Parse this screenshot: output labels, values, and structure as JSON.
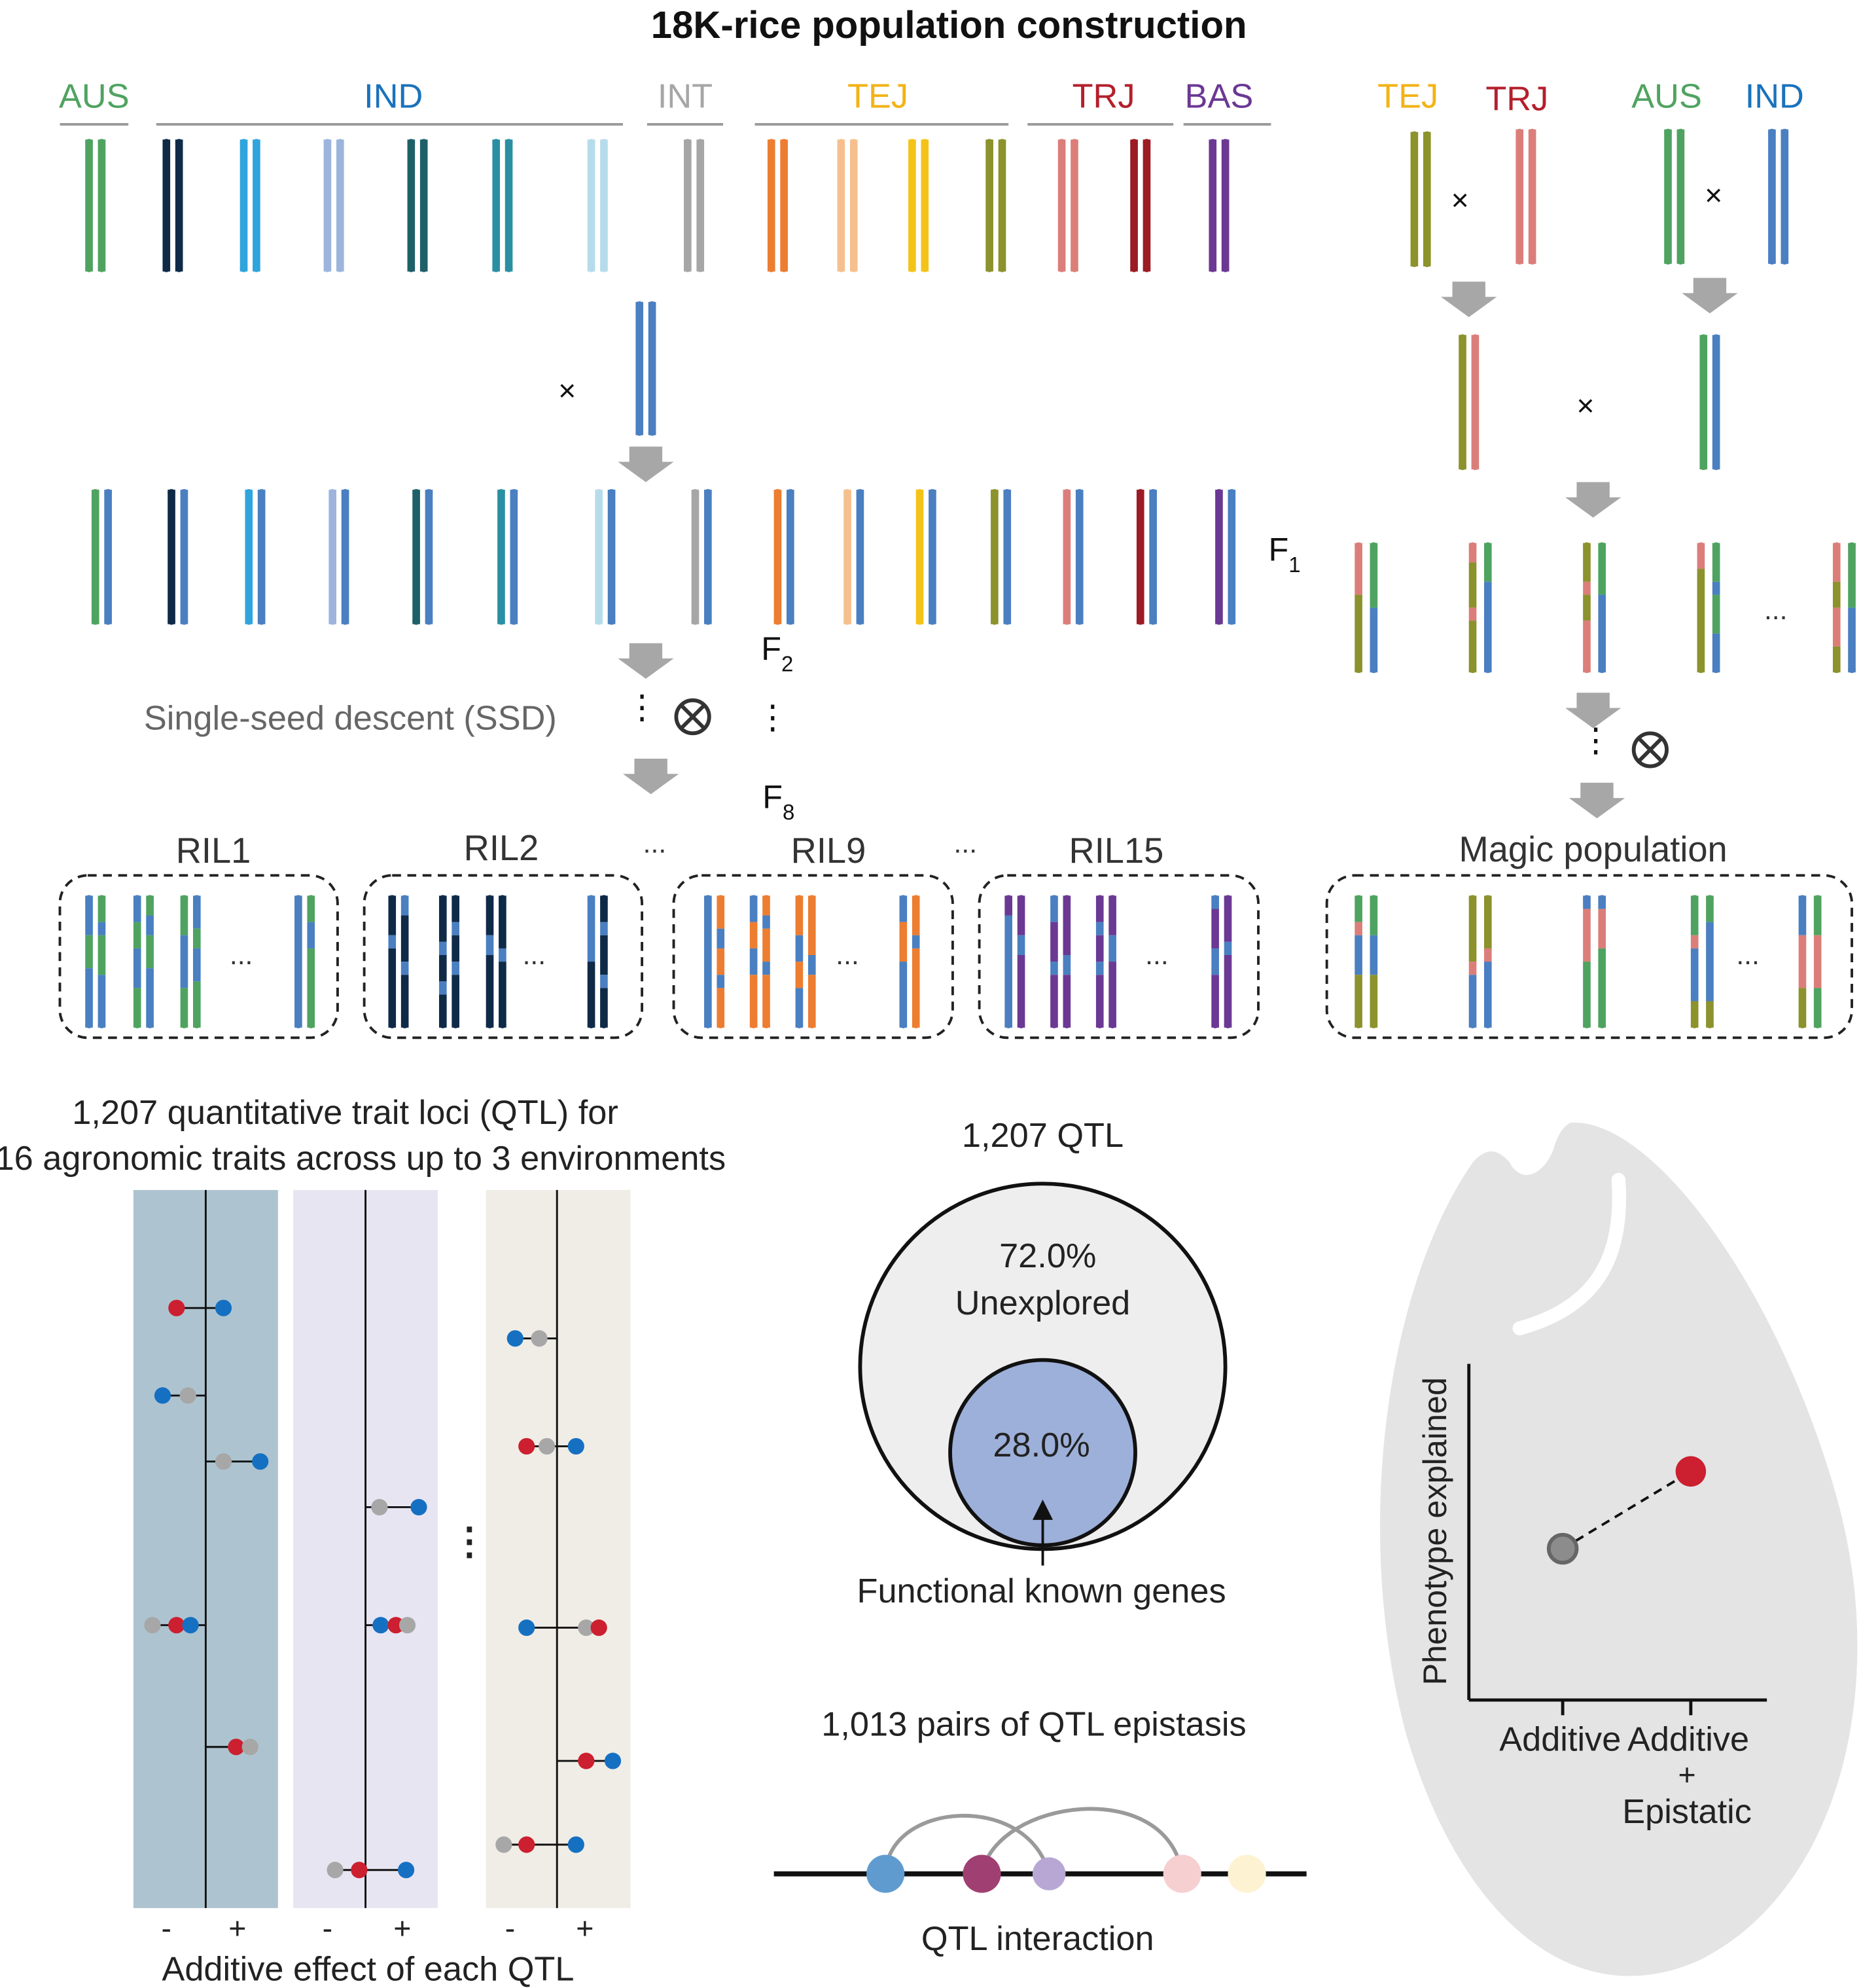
{
  "title": "18K-rice population construction",
  "colors": {
    "AUS": "#4fa360",
    "IND_dark": "#0f2a47",
    "IND_sky": "#2fa4dd",
    "IND_pale": "#9db5dd",
    "IND_teal": "#1e6068",
    "IND_cyan": "#2a8fa3",
    "IND_ice": "#b6dcec",
    "INT": "#a6a6a6",
    "TEJ_orange": "#ed7d31",
    "TEJ_peach": "#f5c08e",
    "TEJ_yellow": "#f4c318",
    "TEJ_olive": "#8c922c",
    "TRJ_salmon": "#db7e7a",
    "TRJ_dark": "#9c1b24",
    "BAS": "#6b3894",
    "blue": "#4a7fc1",
    "red": "#cc1f2f",
    "grey": "#a7a7a7",
    "arrow": "#a7a7a7"
  },
  "groups": [
    {
      "label": "AUS",
      "color": "#4fa360"
    },
    {
      "label": "IND",
      "color": "#1a72bb"
    },
    {
      "label": "INT",
      "color": "#a6a6a6"
    },
    {
      "label": "TEJ",
      "color": "#f2b315"
    },
    {
      "label": "TRJ",
      "color": "#b41f2b"
    },
    {
      "label": "BAS",
      "color": "#6b3894"
    }
  ],
  "right_top_labels": [
    {
      "label": "TEJ",
      "color": "#f2b315"
    },
    {
      "label": "TRJ",
      "color": "#b41f2b"
    },
    {
      "label": "AUS",
      "color": "#4fa360"
    },
    {
      "label": "IND",
      "color": "#1a72bb"
    }
  ],
  "symbols": {
    "cross": "×",
    "ellipsis": "...",
    "vdots": "⋮",
    "selfing": "⊗"
  },
  "generations": {
    "f1": "F",
    "f1_sub": "1",
    "f2": "F",
    "f2_sub": "2",
    "f8": "F",
    "f8_sub": "8"
  },
  "ssd_label": "Single-seed descent (SSD)",
  "ril_labels": [
    "RIL1",
    "RIL2",
    "RIL9",
    "RIL15"
  ],
  "magic_label": "Magic population",
  "qtl_title": [
    "1,207 quantitative trait loci (QTL) for",
    "16 agronomic traits across up to 3 environments"
  ],
  "effect_axis": {
    "minus": "-",
    "plus": "+",
    "label": "Additive effect of each QTL"
  },
  "venn": {
    "title": "1,207 QTL",
    "outer_percent": "72.0%",
    "outer_label": "Unexplored",
    "inner_percent": "28.0%",
    "inner_label": "Functional known genes"
  },
  "epistasis": {
    "title": "1,013 pairs of QTL epistasis",
    "caption": "QTL interaction"
  },
  "phenotype_chart": {
    "ylabel": "Phenotype explained",
    "x_labels": [
      "Additive",
      "Additive",
      "+",
      "Epistatic"
    ]
  },
  "chart_data": {
    "type": "scatter",
    "title": "",
    "ylabel": "Phenotype explained",
    "categories": [
      "Additive",
      "Additive + Epistatic"
    ],
    "points": [
      {
        "x": "Additive",
        "y": 0.45,
        "color": "#8c8c8c"
      },
      {
        "x": "Additive + Epistatic",
        "y": 0.68,
        "color": "#cc1f2f"
      }
    ],
    "connector": "dashed",
    "grid": false
  }
}
